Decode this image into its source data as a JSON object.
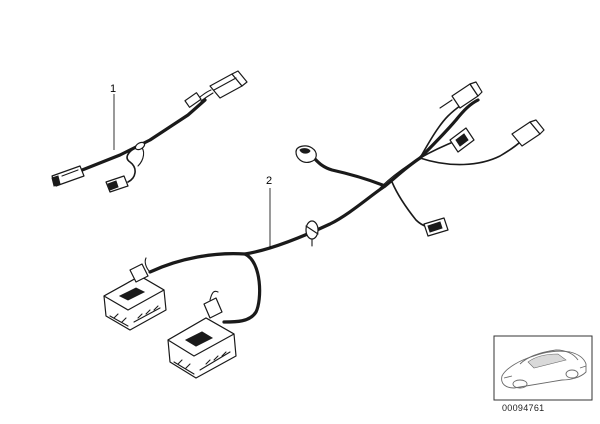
{
  "diagram": {
    "callouts": [
      {
        "label": "1"
      },
      {
        "label": "2"
      }
    ],
    "part_number": "00094761"
  }
}
